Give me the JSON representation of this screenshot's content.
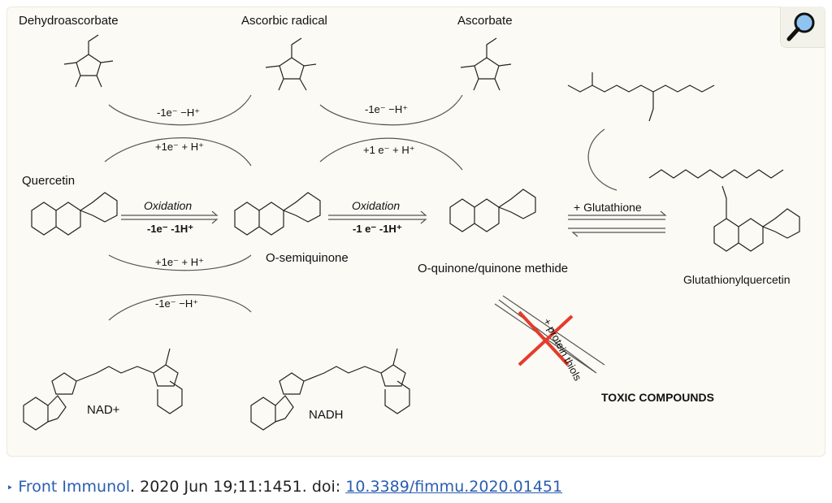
{
  "figure": {
    "labels": {
      "dehydroascorbate": "Dehydroascorbate",
      "ascorbic_radical": "Ascorbic radical",
      "ascorbate": "Ascorbate",
      "quercetin": "Quercetin",
      "o_semiquinone": "O-semiquinone",
      "o_quinone": "O-quinone/quinone  methide",
      "glutathionylquercetin": "Glutathionylquercetin",
      "nad_plus": "NAD+",
      "nadh": "NADH",
      "toxic": "TOXIC COMPOUNDS",
      "protein_thiols": "+ protein thiols",
      "glutathione": "+ Glutathione",
      "oxidation_1": "Oxidation",
      "oxidation_2": "Oxidation",
      "minus_e_h_1": "-1e⁻ −H⁺",
      "plus_e_h_1": "+1e⁻ + H⁺",
      "minus_e_h_2": "-1e⁻ −H⁺",
      "plus_e_h_2": "+1 e⁻ + H⁺",
      "minus_e_h_3": "-1e⁻ -1H⁺",
      "minus_e_h_4": "-1 e⁻ -1H⁺",
      "plus_e_h_3": "+1e⁻ + H⁺",
      "minus_e_h_5": "-1e⁻ −H⁺"
    }
  },
  "caption": {
    "bullet": "‣",
    "journal": "Front Immunol",
    "citation": ". 2020 Jun 19;11:1451. doi: ",
    "doi": "10.3389/fimmu.2020.01451"
  },
  "icons": {
    "zoom": "magnifier-icon"
  }
}
